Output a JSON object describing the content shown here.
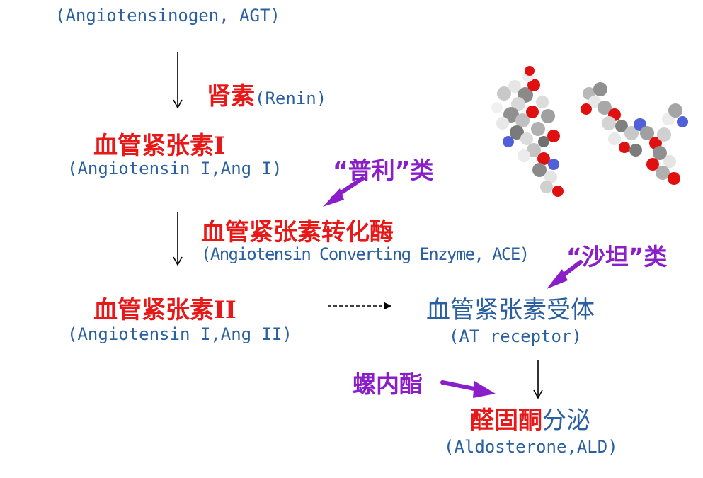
{
  "pathway": {
    "agt_en": "(Angiotensinogen, AGT)",
    "renin_cn": "肾素",
    "renin_en": "(Renin)",
    "ang1_cn": "血管紧张素I",
    "ang1_en": "(Angiotensin I,Ang I)",
    "ace_cn": "血管紧张素转化酶",
    "ace_en": "(Angiotensin Converting Enzyme, ACE)",
    "ang2_cn": "血管紧张素II",
    "ang2_en": "(Angiotensin I,Ang II)",
    "receptor_cn": "血管紧张素受体",
    "receptor_en": "(AT receptor)",
    "ald_cn_red": "醛固酮",
    "ald_cn_blue": "分泌",
    "ald_en": "(Aldosterone,ALD)"
  },
  "drugs": {
    "pril": "“普利”类",
    "sartan": "“沙坦”类",
    "spironolactone": "螺内酯"
  },
  "colors": {
    "red": "#e81818",
    "blue": "#2a5fa0",
    "purple": "#8a1ec8"
  }
}
